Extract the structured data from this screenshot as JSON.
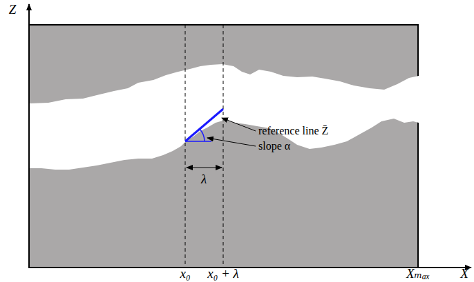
{
  "diagram": {
    "labels": [
      "Z",
      "X",
      "x₀",
      "x₀ + λ",
      "Xₘₐₓ",
      "reference line Z̄",
      "slope α",
      "λ"
    ]
  }
}
